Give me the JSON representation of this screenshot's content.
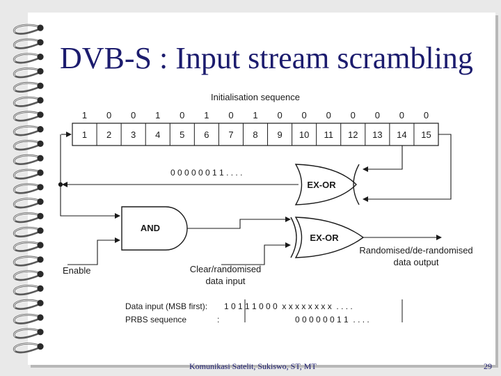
{
  "slide": {
    "title": "DVB-S : Input stream scrambling",
    "footer": "Komunikasi Satelit, Sukiswo, ST, MT",
    "page_number": "29"
  },
  "diagram": {
    "init_label": "Initialisation sequence",
    "init_bits": [
      "1",
      "0",
      "0",
      "1",
      "0",
      "1",
      "0",
      "1",
      "0",
      "0",
      "0",
      "0",
      "0",
      "0",
      "0"
    ],
    "register_cells": [
      "1",
      "2",
      "3",
      "4",
      "5",
      "6",
      "7",
      "8",
      "9",
      "10",
      "11",
      "12",
      "13",
      "14",
      "15"
    ],
    "prbs_stream": "0 0 0 0 0 0 1 1 . . . .",
    "xor_top_label": "EX-OR",
    "and_label": "AND",
    "xor_bottom_label": "EX-OR",
    "enable_label": "Enable",
    "clear_input_label_1": "Clear/randomised",
    "clear_input_label_2": "data input",
    "output_label_1": "Randomised/de-randomised",
    "output_label_2": "data output",
    "data_input_label": "Data input (MSB first):",
    "data_input_bits": "1 0 1 1 1 0 0 0  x x x x x x x x  . . . .",
    "prbs_label": "PRBS sequence",
    "prbs_colon": ":",
    "prbs_bits": "0 0 0 0 0 0 1 1  . . . ."
  }
}
